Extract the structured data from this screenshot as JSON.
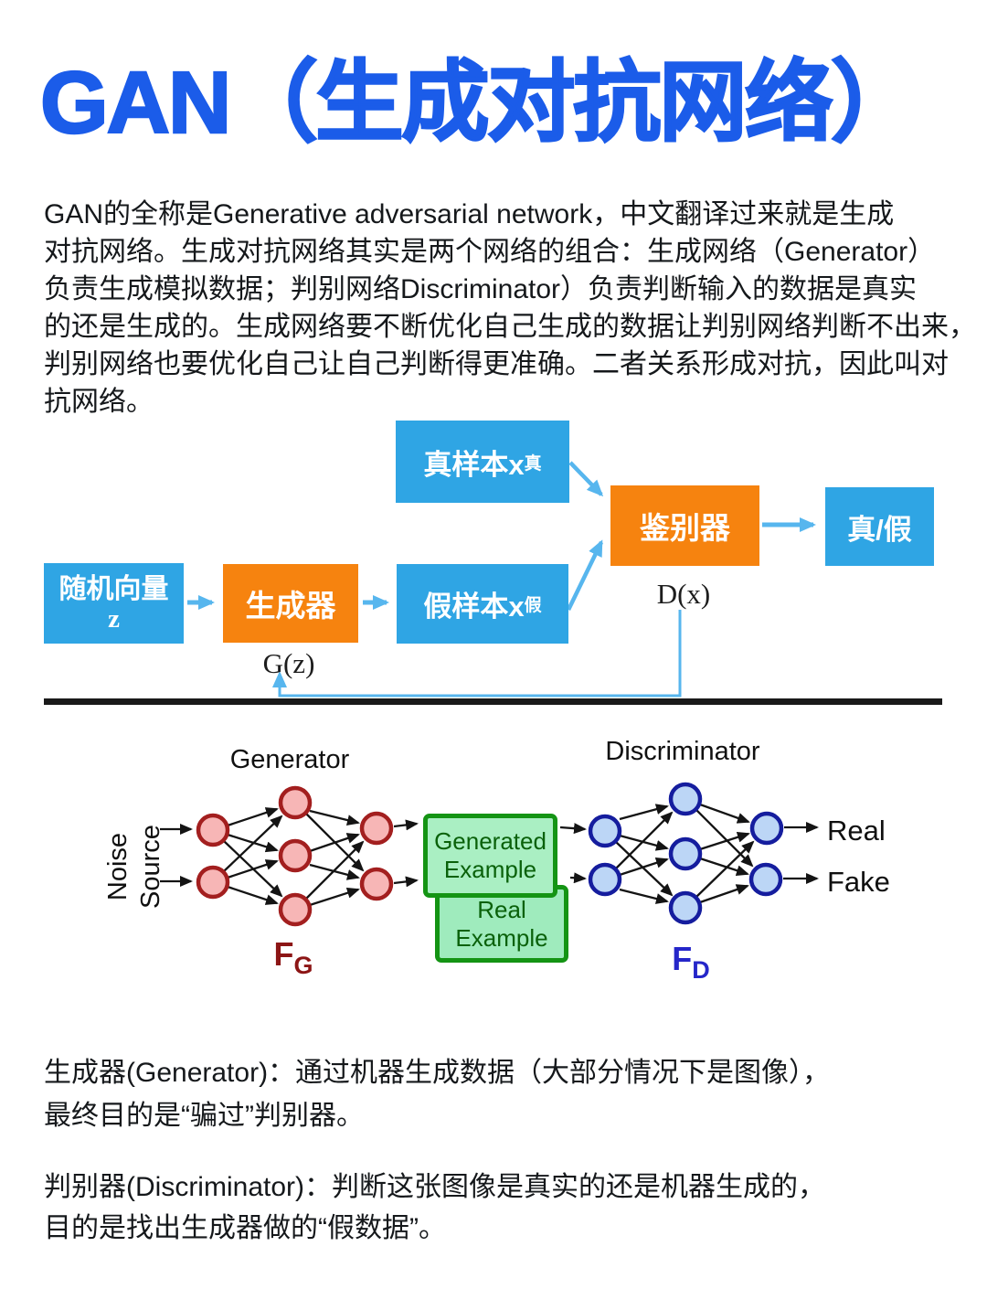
{
  "title": {
    "text": "GAN（生成对抗网络）"
  },
  "intro": {
    "lines": [
      "GAN的全称是Generative adversarial network，中文翻译过来就是生成",
      "对抗网络。生成对抗网络其实是两个网络的组合：生成网络（Generator）",
      "负责生成模拟数据；判别网络Discriminator）负责判断输入的数据是真实",
      "的还是生成的。生成网络要不断优化自己生成的数据让判别网络判断不出来，",
      "判别网络也要优化自己让自己判断得更准确。二者关系形成对抗，因此叫对",
      "抗网络。"
    ]
  },
  "flow": {
    "random_vector": {
      "line1": "随机向量",
      "line2": "z"
    },
    "generator": "生成器",
    "fake_sample": {
      "text": "假样本x",
      "sub": "假"
    },
    "real_sample": {
      "text": "真样本x",
      "sub": "真"
    },
    "discriminator": "鉴别器",
    "result": "真/假",
    "g_label": "G(z)",
    "d_label": "D(x)",
    "colors": {
      "box_blue": "#2fa5e4",
      "box_orange": "#f6830f",
      "arrow_blue": "#57b6ee"
    }
  },
  "nn": {
    "generator_label": "Generator",
    "discriminator_label": "Discriminator",
    "noise_source": {
      "line1": "Noise",
      "line2": "Source"
    },
    "generated_example": "Generated Example",
    "real_example": "Real Example",
    "real": "Real",
    "fake": "Fake",
    "fg": {
      "main": "F",
      "sub": "G"
    },
    "fd": {
      "main": "F",
      "sub": "D"
    },
    "colors": {
      "node_pink": "#f7b6b6",
      "node_pink_border": "#a31f1f",
      "node_blue": "#bcd6f6",
      "node_blue_border": "#151d9e",
      "green_fill": "#aaefc3",
      "green_border": "#149414",
      "fg_red": "#8c1515",
      "fd_blue": "#2526c9"
    }
  },
  "paragraphs": {
    "generator": {
      "lines": [
        "生成器(Generator)：通过机器生成数据（大部分情况下是图像），",
        "最终目的是“骗过”判别器。"
      ]
    },
    "discriminator": {
      "lines": [
        "判别器(Discriminator)：判断这张图像是真实的还是机器生成的，",
        "目的是找出生成器做的“假数据”。"
      ]
    }
  },
  "colors": {
    "title_blue": "#1b5ce9",
    "body_text": "#15181b"
  }
}
